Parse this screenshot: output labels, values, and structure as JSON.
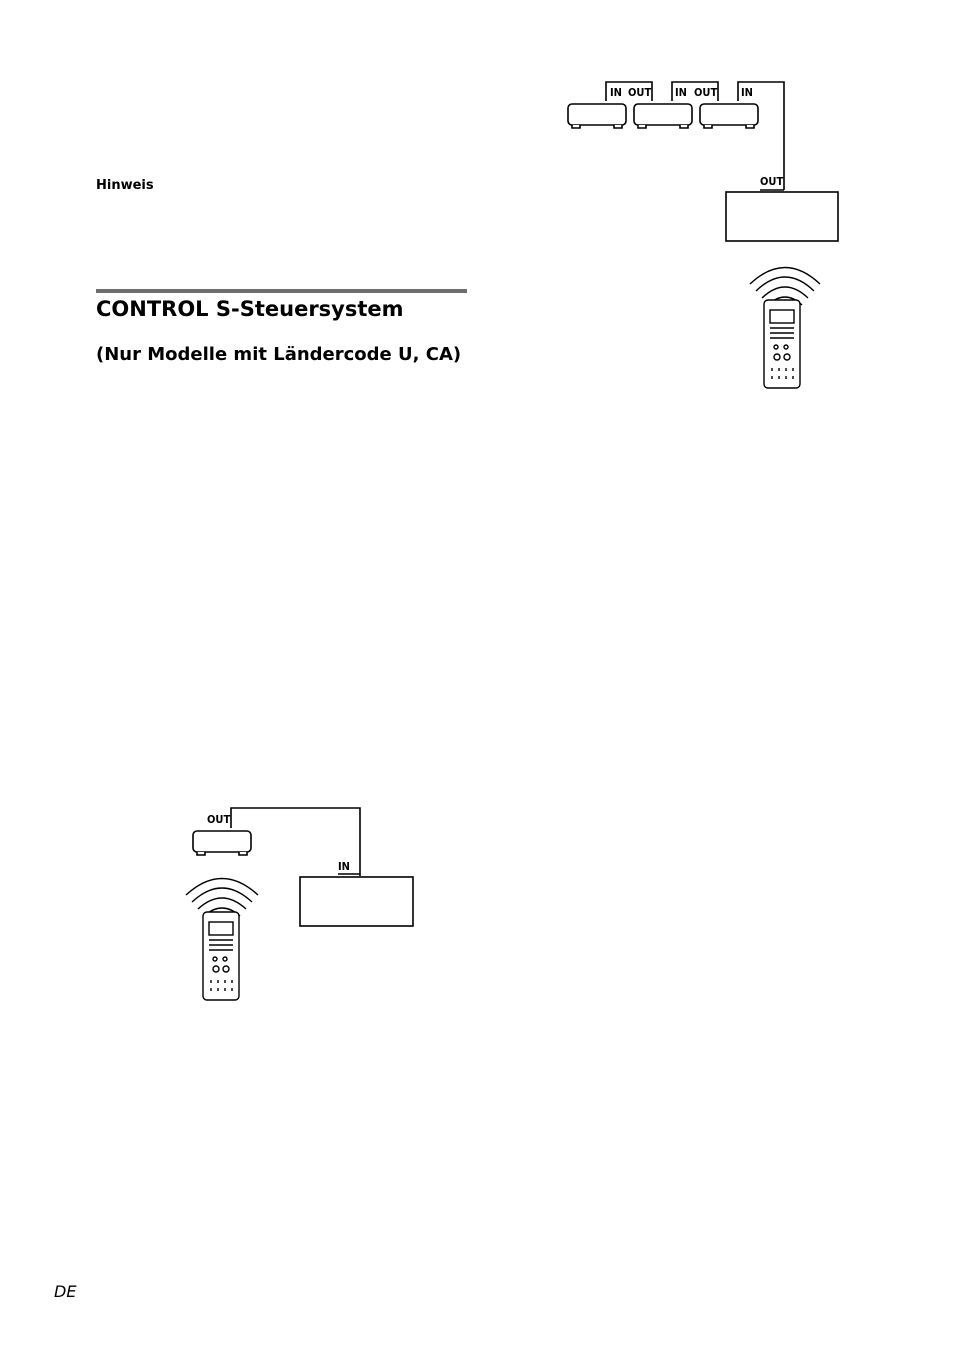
{
  "document": {
    "note_label": "Hinweis",
    "section_title": "CONTROL S-Steuersystem",
    "section_subtitle": "(Nur Modelle mit Ländercode U, CA)",
    "page_language": "DE"
  },
  "diagram_top": {
    "labels": {
      "in1": "IN",
      "out1": "OUT",
      "in2": "IN",
      "out2": "OUT",
      "in3": "IN",
      "out_main": "OUT"
    }
  },
  "diagram_bottom": {
    "labels": {
      "out": "OUT",
      "in": "IN"
    }
  }
}
